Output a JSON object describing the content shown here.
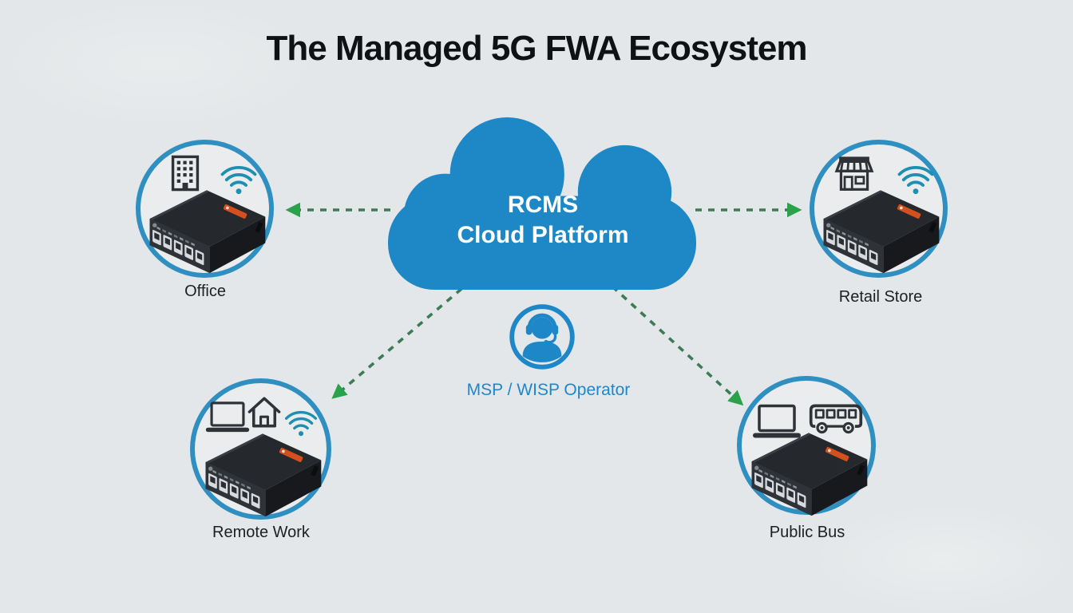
{
  "title": "The Managed 5G FWA Ecosystem",
  "cloud": {
    "line1": "RCMS",
    "line2": "Cloud Platform"
  },
  "operator": {
    "label": "MSP / WISP Operator",
    "icon": "headset-operator-icon"
  },
  "nodes": [
    {
      "id": "office",
      "label": "Office",
      "icons": [
        "building-icon",
        "wifi-icon"
      ],
      "device": "5g-router"
    },
    {
      "id": "retail-store",
      "label": "Retail Store",
      "icons": [
        "storefront-icon",
        "wifi-icon"
      ],
      "device": "5g-router"
    },
    {
      "id": "remote-work",
      "label": "Remote Work",
      "icons": [
        "laptop-icon",
        "home-icon",
        "wifi-icon"
      ],
      "device": "5g-router"
    },
    {
      "id": "public-bus",
      "label": "Public Bus",
      "icons": [
        "laptop-icon",
        "bus-icon"
      ],
      "device": "5g-router"
    }
  ],
  "connections": [
    {
      "from": "cloud",
      "to": "office",
      "style": "dashed-arrow"
    },
    {
      "from": "cloud",
      "to": "retail-store",
      "style": "dashed-arrow"
    },
    {
      "from": "cloud",
      "to": "remote-work",
      "style": "dashed-arrow"
    },
    {
      "from": "cloud",
      "to": "public-bus",
      "style": "dashed-arrow"
    }
  ],
  "colors": {
    "background": "#e4e7e9",
    "title_black": "#101113",
    "cloud_blue": "#1e87c5",
    "circle_ring_blue": "#2e8fc0",
    "wifi_teal": "#1d8fb2",
    "arrow_green": "#2aa14b",
    "arrow_dash_green": "#3c7c55",
    "operator_blue": "#1e87c8",
    "label_black": "#1d1f21"
  }
}
